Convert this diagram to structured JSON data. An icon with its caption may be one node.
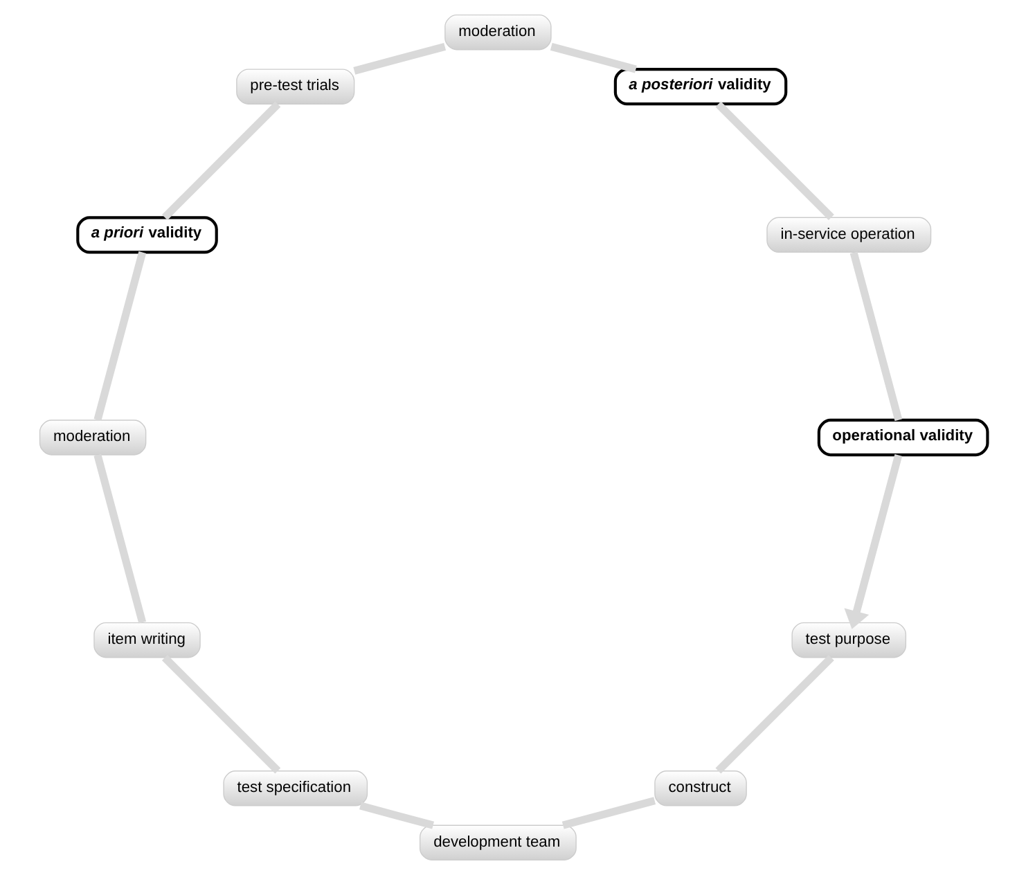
{
  "diagram": {
    "nodes": [
      {
        "text": [
          "test purpose"
        ]
      },
      {
        "text": [
          "construct"
        ]
      },
      {
        "text": [
          "development team"
        ]
      },
      {
        "text": [
          "test specification"
        ]
      },
      {
        "text": [
          "item writing"
        ]
      },
      {
        "text": [
          "moderation"
        ]
      },
      {
        "text": [
          "*a priori* validity"
        ]
      },
      {
        "text": [
          "pre-test trials"
        ]
      },
      {
        "text": [
          "moderation"
        ]
      },
      {
        "text": [
          "*a posteriori* validity"
        ]
      },
      {
        "text": [
          "in-service operation"
        ]
      },
      {
        "text": [
          "operational validity"
        ]
      }
    ],
    "edges": [
      {
        "from": 0,
        "to": 1,
        "arrow": "none"
      },
      {
        "from": 1,
        "to": 2,
        "arrow": "none"
      },
      {
        "from": 2,
        "to": 3,
        "arrow": "none"
      },
      {
        "from": 3,
        "to": 4,
        "arrow": "none"
      },
      {
        "from": 4,
        "to": 5,
        "arrow": "none"
      },
      {
        "from": 5,
        "to": 6,
        "arrow": "none"
      },
      {
        "from": 6,
        "to": 7,
        "arrow": "none"
      },
      {
        "from": 7,
        "to": 8,
        "arrow": "none"
      },
      {
        "from": 8,
        "to": 9,
        "arrow": "none"
      },
      {
        "from": 9,
        "to": 10,
        "arrow": "none"
      },
      {
        "from": 10,
        "to": 11,
        "arrow": "none"
      },
      {
        "from": 11,
        "to": 0,
        "arrow": "to"
      }
    ]
  }
}
